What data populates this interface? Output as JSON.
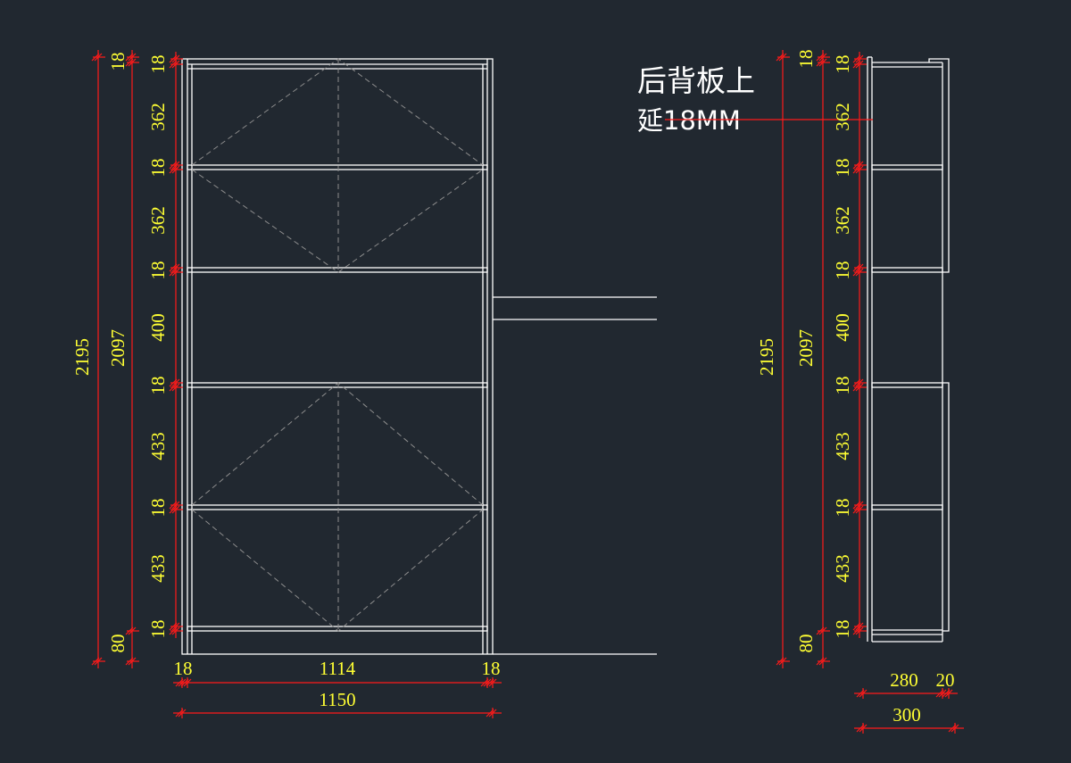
{
  "front_view": {
    "vertical_segments": [
      "18",
      "362",
      "18",
      "362",
      "18",
      "400",
      "18",
      "433",
      "18",
      "433",
      "18",
      "80"
    ],
    "overall_left": "2195",
    "overall_inner": "2097",
    "bottom_parts": [
      "18",
      "1114",
      "18"
    ],
    "bottom_total": "1150"
  },
  "side_view": {
    "vertical_segments": [
      "18",
      "362",
      "18",
      "362",
      "18",
      "400",
      "18",
      "433",
      "18",
      "433",
      "18",
      "80"
    ],
    "top_extra": "18",
    "overall_left": "2195",
    "overall_inner": "2097",
    "bottom_parts": [
      "280",
      "20"
    ],
    "bottom_total": "300"
  },
  "note": {
    "line1": "后背板上",
    "line2": "延18MM"
  },
  "colors": {
    "background": "#212830",
    "dimension_text": "#ffff33",
    "dimension_line": "#ff1a1a",
    "outline": "#ffffff",
    "hidden_line": "#8d8d8d"
  }
}
